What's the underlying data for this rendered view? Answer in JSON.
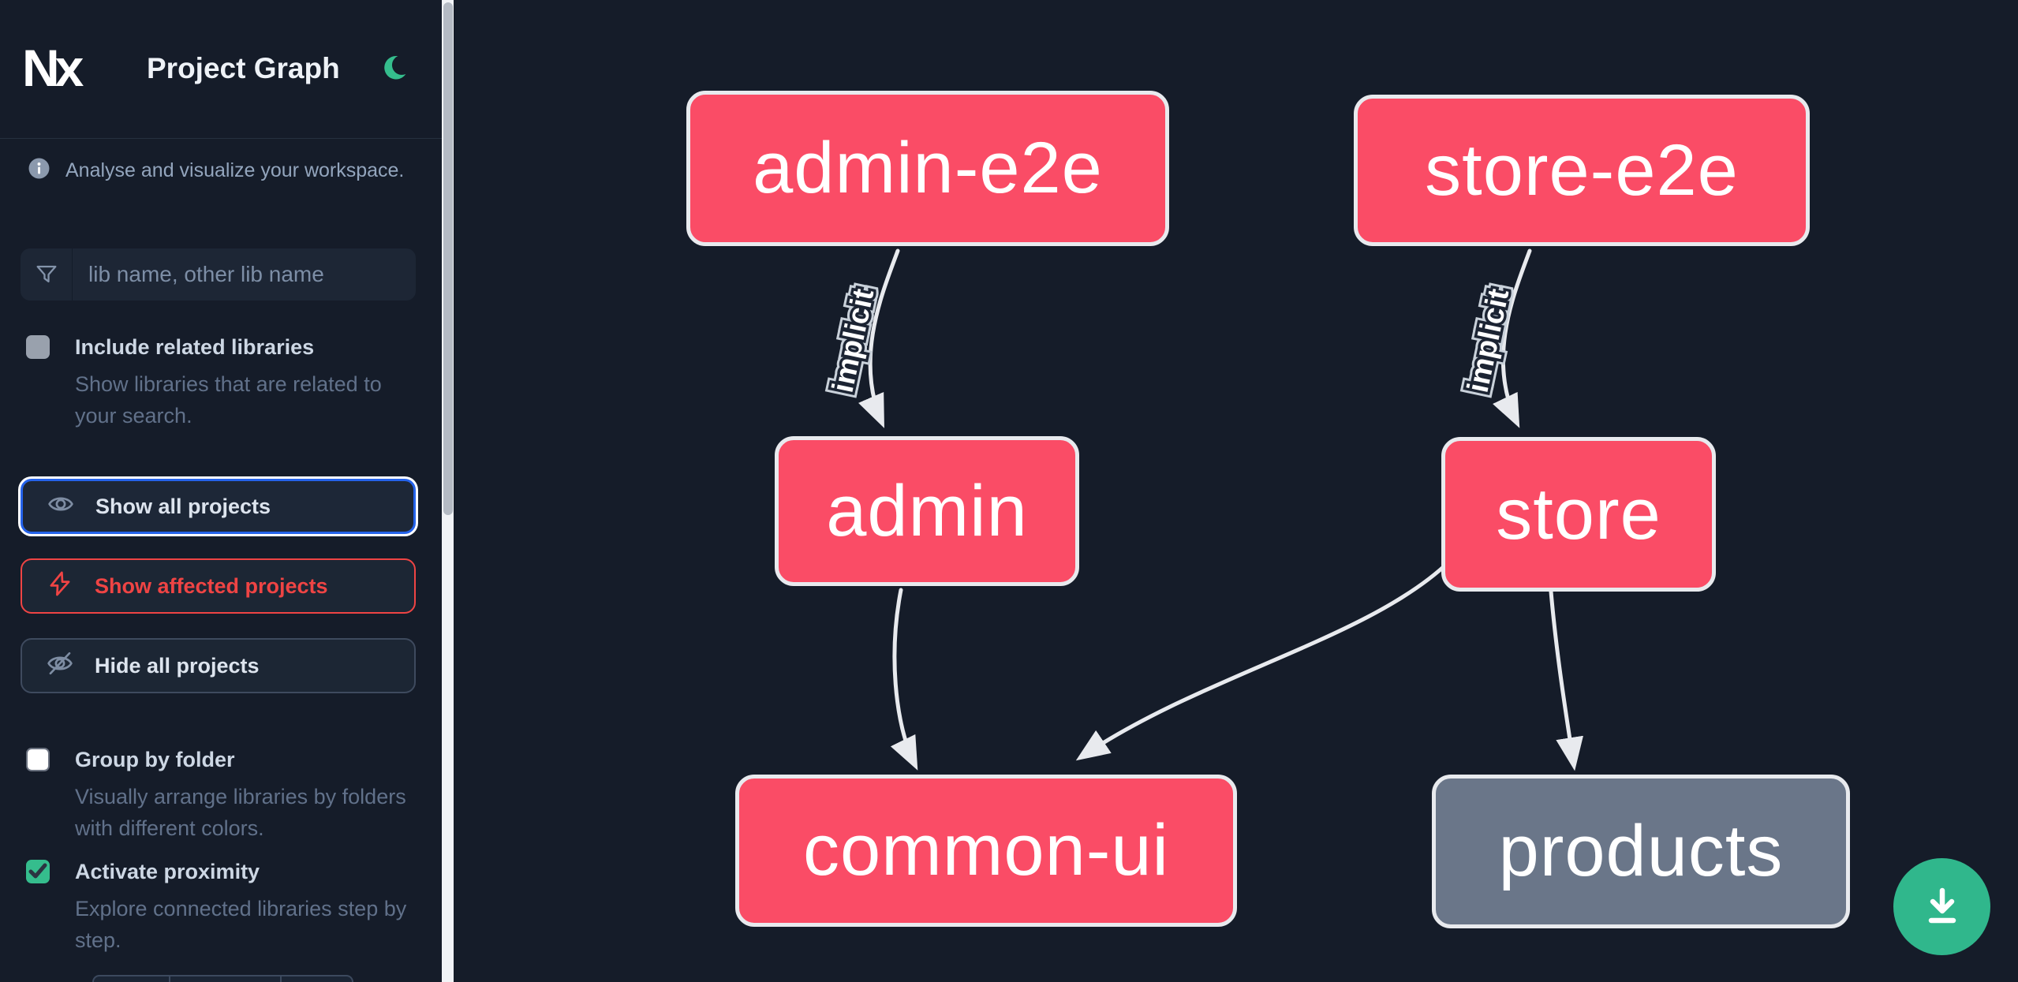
{
  "header": {
    "logo_text": "Nx",
    "title": "Project Graph",
    "theme_toggle_icon": "moon-icon"
  },
  "sidebar": {
    "tagline": "Analyse and visualize your workspace.",
    "search": {
      "icon": "funnel-icon",
      "placeholder": "lib name, other lib name",
      "value": ""
    },
    "options": [
      {
        "label": "Include related libraries",
        "description": "Show libraries that are related to your search.",
        "checked": false
      },
      {
        "label": "Group by folder",
        "description": "Visually arrange libraries by folders with different colors.",
        "checked": false
      },
      {
        "label": "Activate proximity",
        "description": "Explore connected libraries step by step.",
        "checked": true
      }
    ],
    "actions": [
      {
        "label": "Show all projects",
        "icon": "eye-icon",
        "state": "focused"
      },
      {
        "label": "Show affected projects",
        "icon": "bolt-icon",
        "state": "affected"
      },
      {
        "label": "Hide all projects",
        "icon": "eye-off-icon",
        "state": "default"
      }
    ]
  },
  "graph": {
    "nodes": [
      {
        "id": "admin-e2e",
        "label": "admin-e2e",
        "status": "affected"
      },
      {
        "id": "store-e2e",
        "label": "store-e2e",
        "status": "affected"
      },
      {
        "id": "admin",
        "label": "admin",
        "status": "affected"
      },
      {
        "id": "store",
        "label": "store",
        "status": "affected"
      },
      {
        "id": "common-ui",
        "label": "common-ui",
        "status": "affected"
      },
      {
        "id": "products",
        "label": "products",
        "status": "normal"
      }
    ],
    "edges": [
      {
        "from": "admin-e2e",
        "to": "admin",
        "label": "implicit"
      },
      {
        "from": "store-e2e",
        "to": "store",
        "label": "implicit"
      },
      {
        "from": "admin",
        "to": "common-ui",
        "label": ""
      },
      {
        "from": "store",
        "to": "common-ui",
        "label": ""
      },
      {
        "from": "store",
        "to": "products",
        "label": ""
      }
    ]
  },
  "fab": {
    "icon": "download-icon"
  },
  "colors": {
    "bg": "#151c29",
    "panel": "#1c2634",
    "input_bg": "#1d2635",
    "divider": "#26303f",
    "text_primary": "#eef2f7",
    "text_secondary": "#93a5bd",
    "text_muted": "#61718a",
    "label": "#cdd7e4",
    "focus_blue": "#2563eb",
    "danger_red": "#ef4444",
    "green": "#35bd8d",
    "fab_green": "#30b78c",
    "node_affected": "#fa4c66",
    "node_normal": "#6a7689",
    "node_border": "#e8eaee",
    "edge": "#e8eaee",
    "checkbox_gray": "#99a1ad",
    "scroll_track": "#f1f3f6",
    "scroll_thumb": "#b4bac3"
  }
}
